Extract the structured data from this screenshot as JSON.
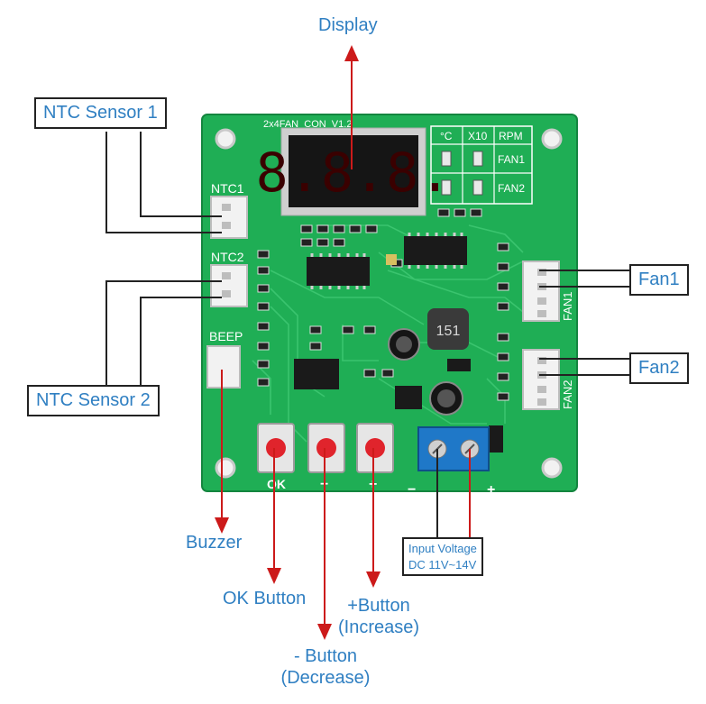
{
  "labels": {
    "display": "Display",
    "ntc_sensor_1": "NTC Sensor 1",
    "ntc_sensor_2": "NTC Sensor 2",
    "fan1": "Fan1",
    "fan2": "Fan2",
    "buzzer": "Buzzer",
    "ok_button": "OK Button",
    "minus_button_line1": "- Button",
    "minus_button_line2": "(Decrease)",
    "plus_button_line1": "+Button",
    "plus_button_line2": "(Increase)",
    "input_voltage_line1": "Input Voltage",
    "input_voltage_line2": "DC 11V~14V"
  },
  "board": {
    "title": "2x4FAN_CON_V1.2",
    "ntc1": "NTC1",
    "ntc2": "NTC2",
    "beep": "BEEP",
    "unit_c": "°C",
    "unit_x10": "X10",
    "unit_rpm": "RPM",
    "fan1": "FAN1",
    "fan2": "FAN2",
    "fan_vertical_1": "FAN1",
    "fan_vertical_2": "FAN2",
    "ok": "OK",
    "minus": "−",
    "plus": "+",
    "term_minus": "−",
    "term_plus": "+",
    "inductor": "151",
    "display_digits": "8.8.8."
  },
  "colors": {
    "pcb": "#1fae55",
    "pcb_dark": "#14853f",
    "label_blue": "#2f7fc2",
    "arrow_red": "#cc1a1a"
  }
}
